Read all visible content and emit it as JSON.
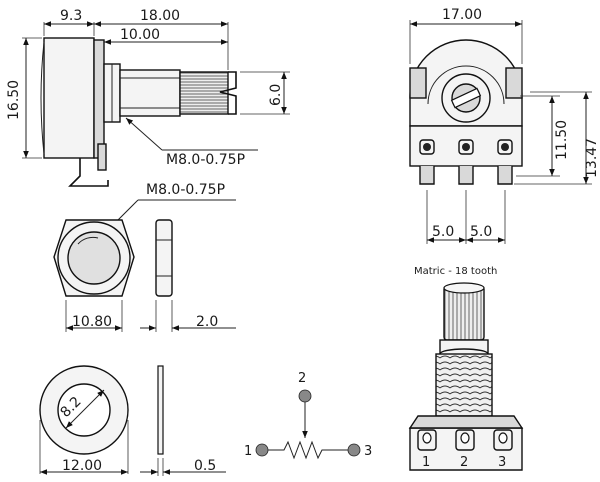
{
  "side_view": {
    "dim_body_width": "9.3",
    "dim_total_length": "18.00",
    "dim_bushing_length": "10.00",
    "dim_height": "16.50",
    "dim_shaft_dia": "6.0",
    "thread_label": "M8.0-0.75P"
  },
  "front_view": {
    "dim_width": "17.00",
    "dim_height_a": "11.50",
    "dim_height_b": "13.47",
    "dim_pitch_1": "5.0",
    "dim_pitch_2": "5.0"
  },
  "nut": {
    "thread_label": "M8.0-0.75P",
    "dim_width": "10.80",
    "dim_thickness": "2.0"
  },
  "washer": {
    "dim_inner": "8.2",
    "dim_outer": "12.00",
    "dim_thickness": "0.5"
  },
  "schematic": {
    "pin_1": "1",
    "pin_2": "2",
    "pin_3": "3"
  },
  "perspective": {
    "caption": "Matric - 18 tooth",
    "pin_1": "1",
    "pin_2": "2",
    "pin_3": "3"
  }
}
